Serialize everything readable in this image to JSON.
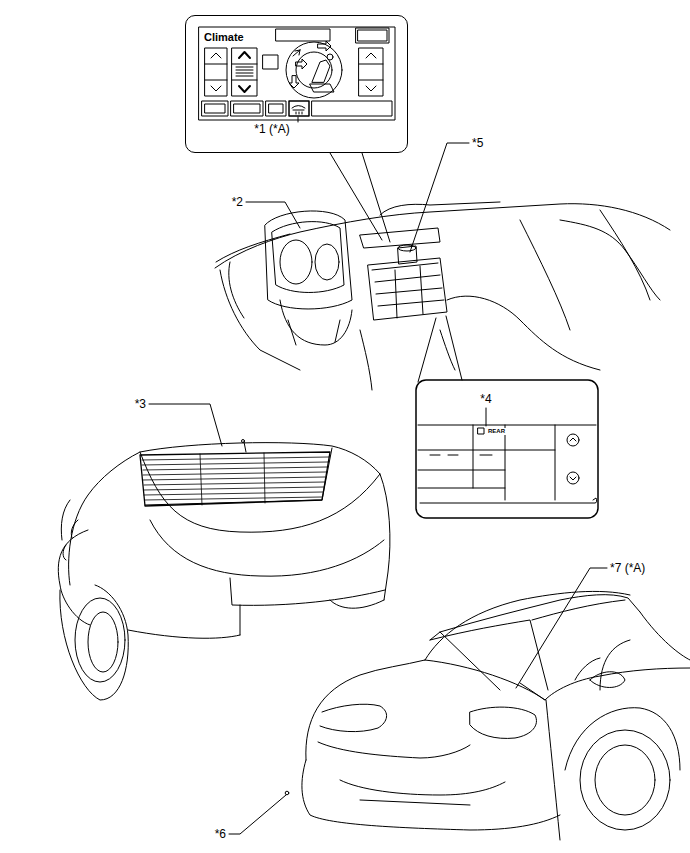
{
  "diagram": {
    "nodes": [
      {
        "text": [
          "Climate"
        ]
      }
    ],
    "labels": [
      "*1 (*A)",
      "*2",
      "*3",
      "*4",
      "*5",
      "*6",
      "*7 (*A)",
      "REAR"
    ]
  }
}
